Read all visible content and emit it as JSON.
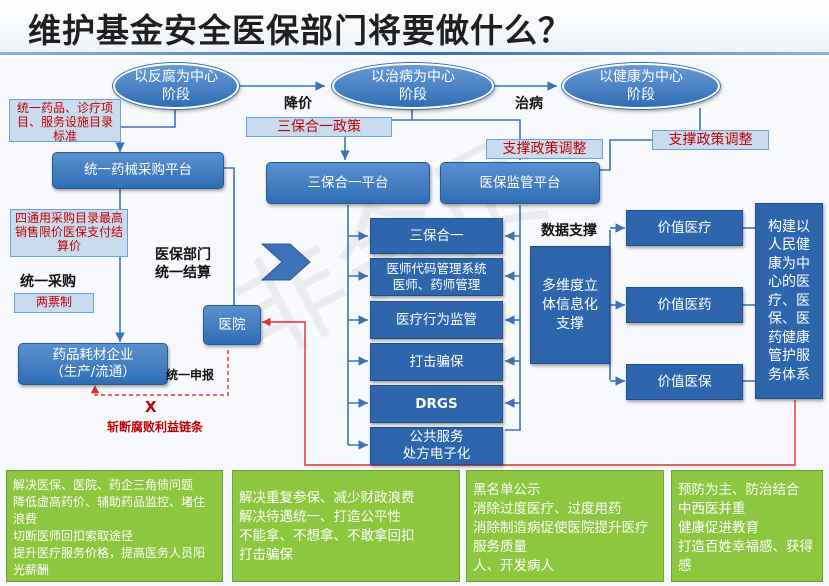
{
  "title": "维护基金安全医保部门将要做什么？",
  "stages": [
    "以反腐为中心\n阶段",
    "以治病为中心\n阶段",
    "以健康为中心\n阶段"
  ],
  "transition_labels": [
    "降价",
    "治病"
  ],
  "left": {
    "red_top": "统一药品、诊疗项目、服务设施目录标准",
    "platform": "统一药械采购平台",
    "red_middle": "四通用采购目录最高销售限价医保支付结算价",
    "unified_purchase": "统一采购",
    "two_invoice": "两票制",
    "enterprise": "药品耗材企业\n（生产/流通）",
    "settlement": "医保部门\n统一结算",
    "hospital": "医院",
    "unified_claim": "统一申报",
    "cut_mark": "X",
    "cut_chain": "斩断腐败利益链条"
  },
  "center": {
    "policy_red": "三保合一政策",
    "platform": "三保合一平台",
    "support_red": "支撑政策调整",
    "supervision": "医保监管平台",
    "items": [
      "三保合一",
      "医师代码管理系统\n医师、药师管理",
      "医疗行为监管",
      "打击骗保",
      "DRGS",
      "公共服务\n处方电子化"
    ]
  },
  "right": {
    "support_red": "支撑政策调整",
    "data_support": "数据支撑",
    "multi_info": "多维度立体信息化支撑",
    "values": [
      "价值医疗",
      "价值医药",
      "价值医保"
    ],
    "system": "构建以人民健康为中心的医疗、医保、医药健康管护服务体系"
  },
  "bottom": [
    [
      "解决医保、医院、药企三角债问题",
      "降低虚高药价、辅助药品监控、堵住浪费",
      "切断医师回扣索取途径",
      "提升医疗服务价格，提高医务人员阳光薪酬"
    ],
    [
      "解决重复参保、减少财政浪费",
      "解决待遇统一、打造公平性",
      "不能拿、不想拿、不敢拿回扣",
      "打击骗保"
    ],
    [
      "黑名单公示",
      "消除过度医疗、过度用药",
      "消除制造病促使医院提升医疗服务质量",
      "人、开发病人"
    ],
    [
      "预防为主、防治结合",
      "中西医并重",
      "健康促进教育",
      "打造百姓幸福感、获得感"
    ]
  ],
  "watermark": "非会员",
  "colors": {
    "box_blue": "#2f6eb4",
    "red_text": "#c00000",
    "green_panel": "#8dc63f"
  }
}
